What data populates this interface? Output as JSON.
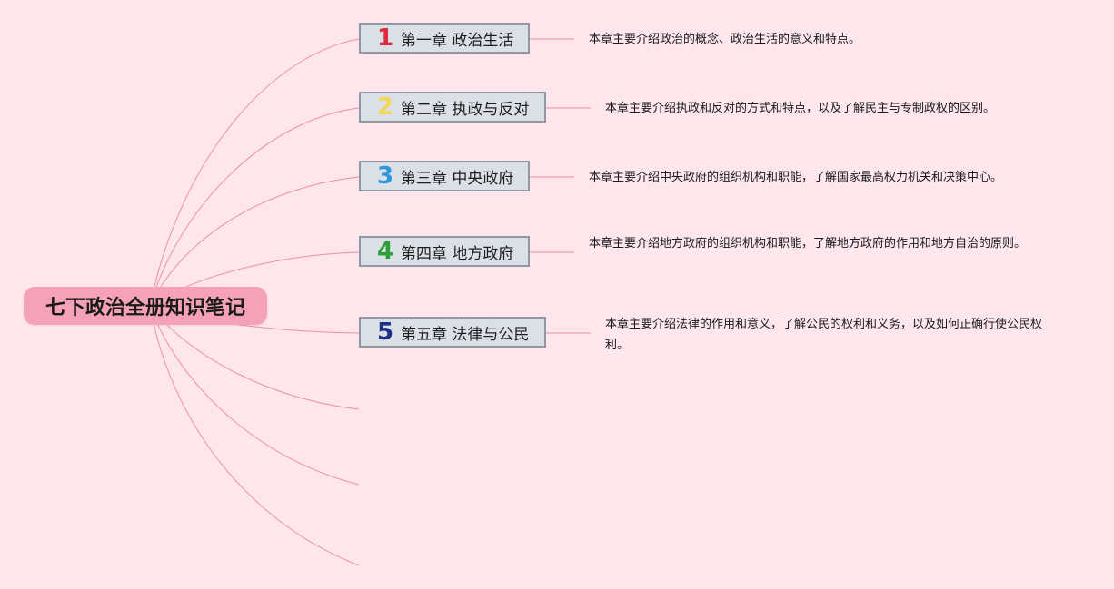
{
  "root": {
    "title": "七下政治全册知识笔记"
  },
  "chapters": [
    {
      "number": "1",
      "number_color": "#e0283f",
      "title": "第一章 政治生活",
      "summary": "本章主要介绍政治的概念、政治生活的意义和特点。"
    },
    {
      "number": "2",
      "number_color": "#f3d659",
      "title": "第二章 执政与反对",
      "summary": "本章主要介绍执政和反对的方式和特点，以及了解民主与专制政权的区别。"
    },
    {
      "number": "3",
      "number_color": "#2f95dc",
      "title": "第三章 中央政府",
      "summary": "本章主要介绍中央政府的组织机构和职能，了解国家最高权力机关和决策中心。"
    },
    {
      "number": "4",
      "number_color": "#2e9e3a",
      "title": "第四章 地方政府",
      "summary": "本章主要介绍地方政府的组织机构和职能，了解地方政府的作用和地方自治的原则。"
    },
    {
      "number": "5",
      "number_color": "#1f2f86",
      "title": "第五章 法律与公民",
      "summary": "本章主要介绍法律的作用和意义，了解公民的权利和义务，以及如何正确行使公民权利。"
    }
  ],
  "colors": {
    "background": "#fde6ec",
    "root_fill": "#f5a1b7",
    "connector": "#f08fa8",
    "chapter_fill": "#dbe0e7",
    "chapter_border": "#8f99a6"
  }
}
